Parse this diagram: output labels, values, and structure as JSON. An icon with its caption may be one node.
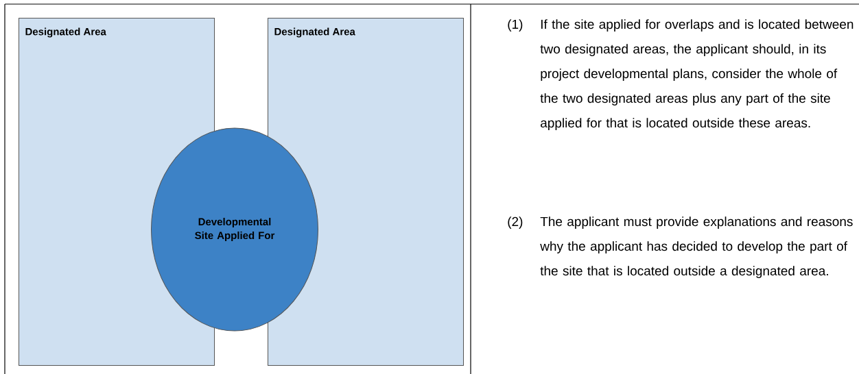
{
  "diagram": {
    "nodes": [
      {
        "text": [
          "Designated Area"
        ]
      },
      {
        "text": [
          "Designated Area"
        ]
      },
      {
        "text": [
          "Developmental Site Applied For"
        ]
      }
    ],
    "labels": [
      "(1)",
      "If the site applied for overlaps and is located between two designated areas, the applicant should, in its project developmental plans, consider the whole of the two designated areas plus any part of the site applied for that is located outside these areas.",
      "(2)",
      "The applicant must provide explanations and reasons why the applicant has decided to develop the part of the site that is located outside a designated area."
    ]
  }
}
